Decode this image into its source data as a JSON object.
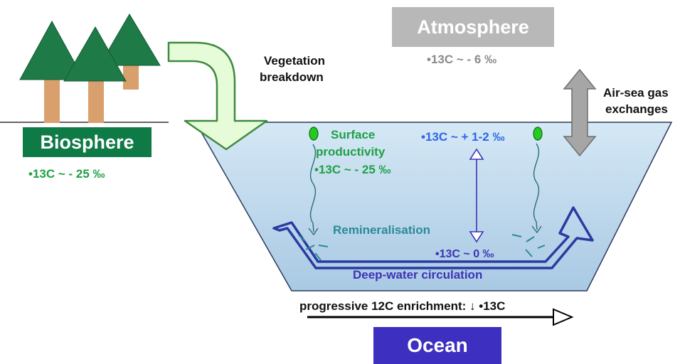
{
  "biosphere": {
    "title": "Biosphere",
    "isotope": "•13C ~ - 25 ‰",
    "color": "#0e7a45"
  },
  "atmosphere": {
    "title": "Atmosphere",
    "isotope": "•13C ~ - 6 ‰",
    "color": "#b8b8b8"
  },
  "ocean": {
    "title": "Ocean",
    "color": "#3d2fbf"
  },
  "labels": {
    "vegetation_breakdown": [
      "Vegetation",
      "breakdown"
    ],
    "air_sea": [
      "Air-sea gas",
      "exchanges"
    ],
    "surface_productivity": [
      "Surface",
      "productivity"
    ],
    "surface_isotope": "•13C ~ - 25 ‰",
    "surface_water_isotope": "•13C ~ + 1-2 ‰",
    "remineralisation": "Remineralisation",
    "deep_isotope": "•13C ~ 0 ‰",
    "deep_water_circulation": "Deep-water circulation",
    "enrichment": "progressive 12C enrichment: ↓ •13C"
  },
  "colors": {
    "tree_green": "#1e7a47",
    "trunk": "#d9a06e",
    "vegetation_arrow": "#e6fbd8",
    "vegetation_arrow_stroke": "#3f8a3f",
    "grey_arrow": "#a6a6a6",
    "ocean_top": "#d3e6f3",
    "ocean_bottom": "#aecde6",
    "circulation": "#2b3aa0",
    "teal": "#2a8a96",
    "green_text": "#1fa046",
    "blue_text": "#2b67e8",
    "deep_text": "#3d33b5"
  }
}
